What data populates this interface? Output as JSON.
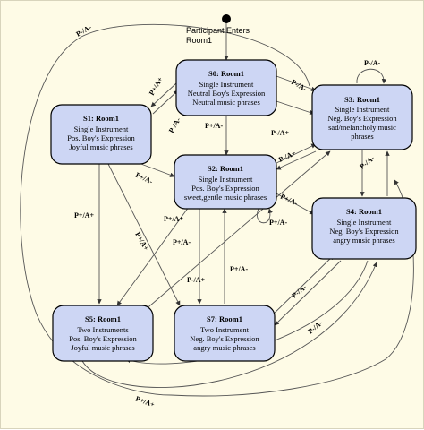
{
  "start": {
    "line1": "Participant Enters",
    "line2": "Room1"
  },
  "states": {
    "s0": {
      "title": "S0: Room1",
      "lines": [
        "Single Instrument",
        "Neutral Boy's Expression",
        "Neutral music phrases"
      ]
    },
    "s1": {
      "title": "S1: Room1",
      "lines": [
        "Single Instrument",
        "Pos. Boy's Expression",
        "Joyful music phrases"
      ]
    },
    "s2": {
      "title": "S2: Room1",
      "lines": [
        "Single Instrument",
        "Pos. Boy's Expression",
        "sweet,gentle music phrases"
      ]
    },
    "s3": {
      "title": "S3: Room1",
      "lines": [
        "Single Instrument",
        "Neg. Boy's Expression",
        "sad/melancholy music",
        "phrases"
      ]
    },
    "s4": {
      "title": "S4: Room1",
      "lines": [
        "Single Instrument",
        "Neg. Boy's Expression",
        "angry music phrases"
      ]
    },
    "s5": {
      "title": "S5: Room1",
      "lines": [
        "Two Instruments",
        "Pos. Boy's Expression",
        "Joyful music phrases"
      ]
    },
    "s7": {
      "title": "S7: Room1",
      "lines": [
        "Two Instrument",
        "Neg. Boy's Expression",
        "angry music phrases"
      ]
    }
  },
  "labels": {
    "top_left": "P-/A-",
    "s0_s1_a": "P+/A+",
    "s0_s1_b": "P-/A-",
    "s0_s2": "P+/A-",
    "s0_s3": "P-/A-",
    "s3_self": "P-/A-",
    "s2_s3_a": "P-/A+",
    "s2_s3_b": "P-/A+",
    "s1_s5": "P+/A+",
    "s1_s2": "P+/A-",
    "s2_s5": "P+/A+",
    "s2_self": "P+/A-",
    "s2_s7": "P+/A-",
    "s1_s7": "P+/A+",
    "s7_s2": "P-/A+",
    "s2_s4": "P+/A-",
    "s3_s4": "P+/A-",
    "s7_s4": "P-/A-",
    "s5_s3": "P-/A-",
    "s4_s7": "P-/A-",
    "bottom": "P+/A+"
  }
}
